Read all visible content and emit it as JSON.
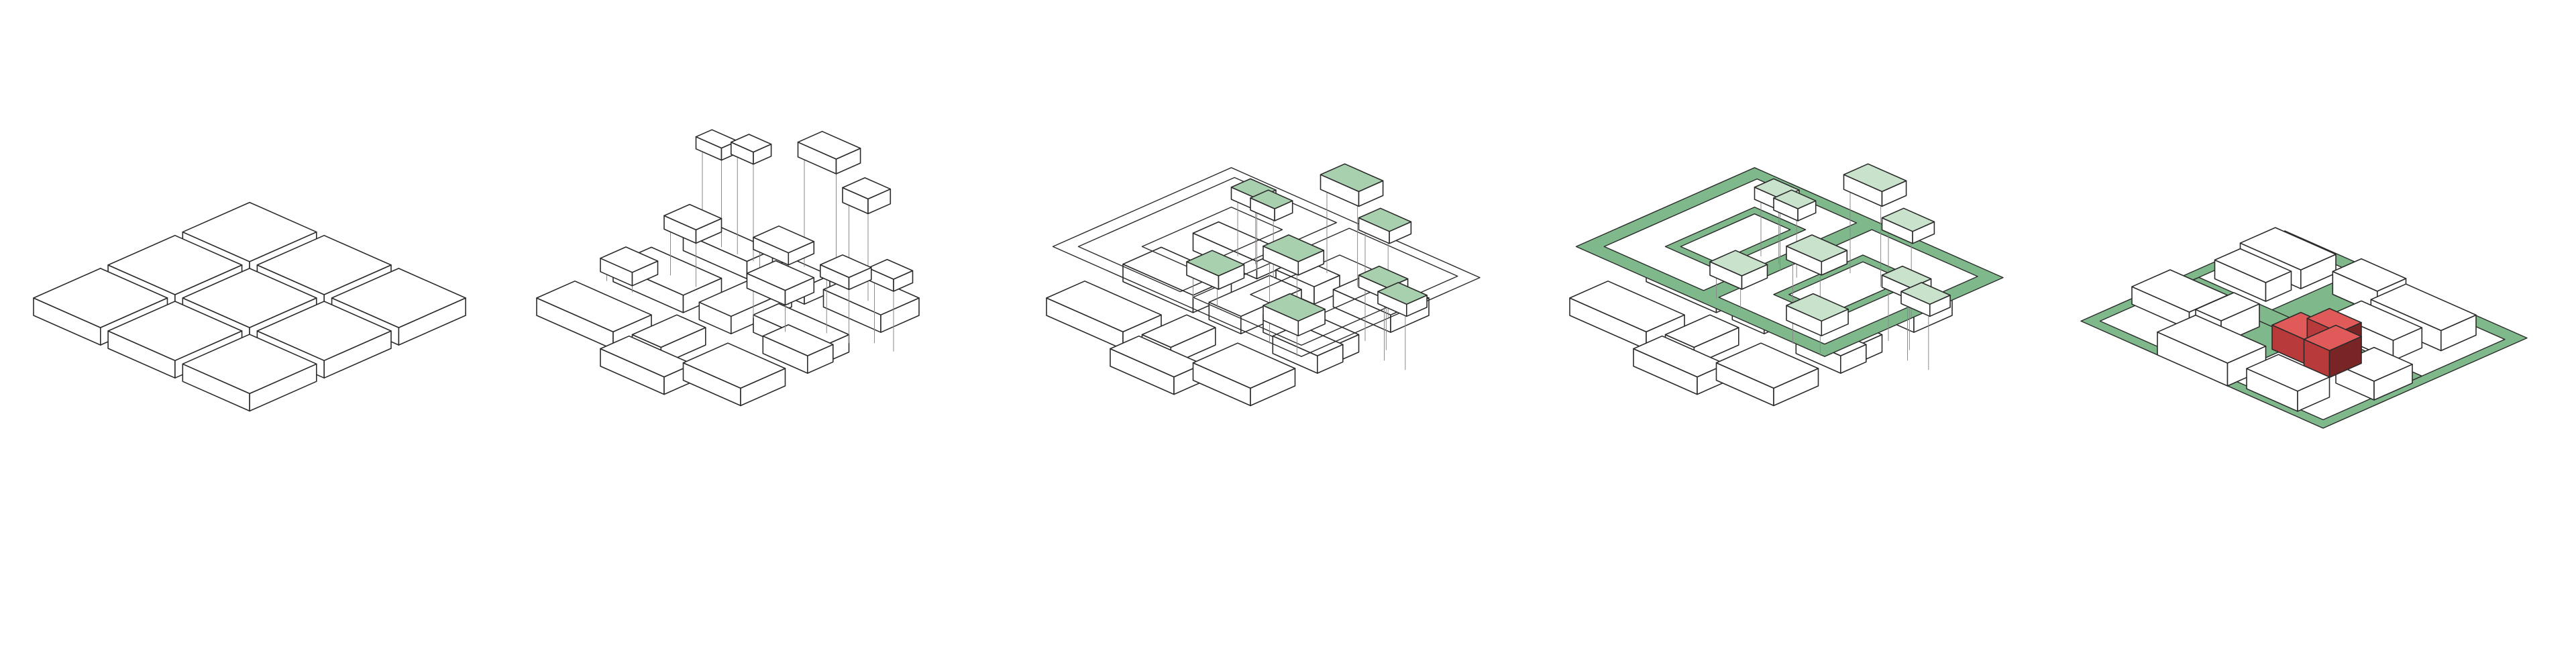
{
  "diagram": {
    "panels": [
      {
        "id": "step-1-base-blocks",
        "phase": "base"
      },
      {
        "id": "step-2-exploded",
        "phase": "exploded"
      },
      {
        "id": "step-3-green-rings",
        "phase": "rings"
      },
      {
        "id": "step-4-green-network",
        "phase": "network"
      },
      {
        "id": "step-5-final-massing",
        "phase": "final"
      }
    ]
  },
  "colors": {
    "stroke": "#2b2b2b",
    "thin_line": "#8a8a8a",
    "face_fill": "#ffffff",
    "green_fill": "#a9d0ae",
    "green_fill_light": "#c8e2cb",
    "green_strong": "#7fb88a",
    "red_top": "#e05a5a",
    "red_side": "#b83a3a",
    "red_dark": "#7a2525"
  }
}
